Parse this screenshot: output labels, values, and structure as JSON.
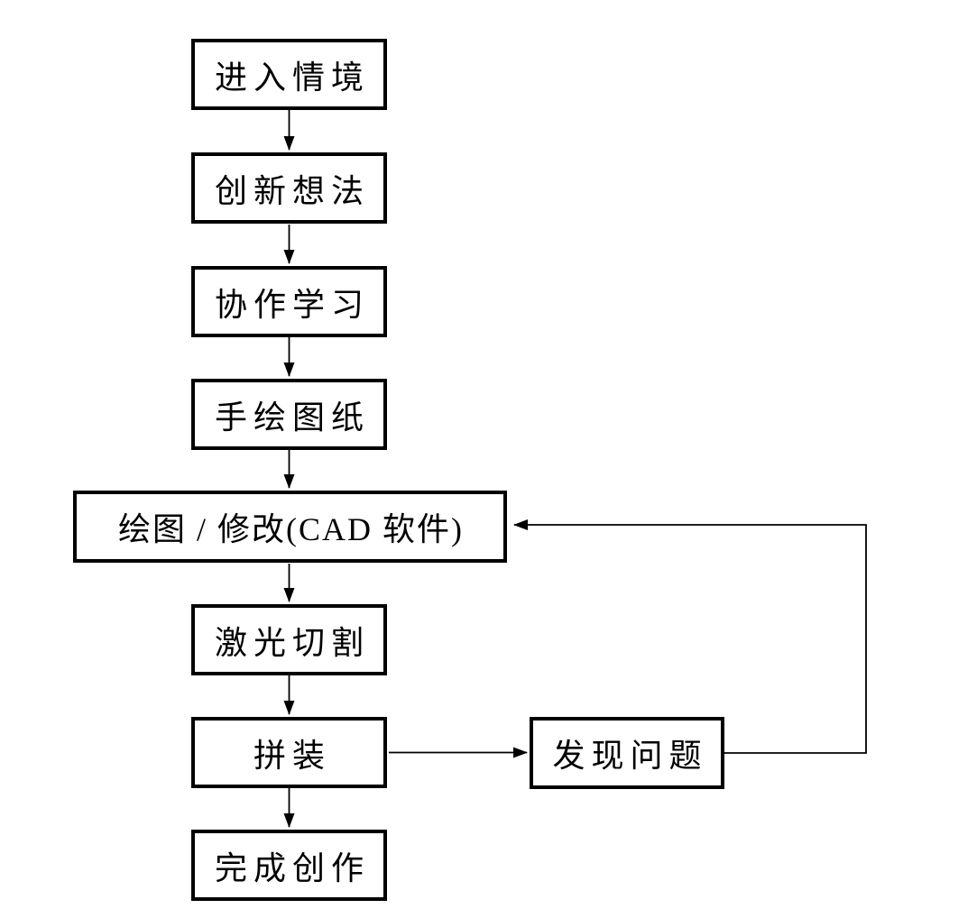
{
  "diagram": {
    "type": "flowchart",
    "background_color": "#ffffff",
    "box_border_color": "#000000",
    "line_color": "#000000",
    "text_color": "#000000",
    "nodes": [
      {
        "id": "enter-situation",
        "label": "进入情境"
      },
      {
        "id": "innovative-ideas",
        "label": "创新想法"
      },
      {
        "id": "collaborative-learning",
        "label": "协作学习"
      },
      {
        "id": "hand-drawn-drafts",
        "label": "手绘图纸"
      },
      {
        "id": "cad-draw-modify",
        "label": "绘图 / 修改(CAD 软件)"
      },
      {
        "id": "laser-cutting",
        "label": "激光切割"
      },
      {
        "id": "assembly",
        "label": "拼装"
      },
      {
        "id": "finish-creation",
        "label": "完成创作"
      },
      {
        "id": "find-problems",
        "label": "发现问题"
      }
    ],
    "edges": [
      {
        "from": "enter-situation",
        "to": "innovative-ideas",
        "style": "arrow-down"
      },
      {
        "from": "innovative-ideas",
        "to": "collaborative-learning",
        "style": "arrow-down"
      },
      {
        "from": "collaborative-learning",
        "to": "hand-drawn-drafts",
        "style": "arrow-down"
      },
      {
        "from": "hand-drawn-drafts",
        "to": "cad-draw-modify",
        "style": "arrow-down"
      },
      {
        "from": "cad-draw-modify",
        "to": "laser-cutting",
        "style": "arrow-down"
      },
      {
        "from": "laser-cutting",
        "to": "assembly",
        "style": "arrow-down"
      },
      {
        "from": "assembly",
        "to": "finish-creation",
        "style": "arrow-down"
      },
      {
        "from": "assembly",
        "to": "find-problems",
        "style": "arrow-right"
      },
      {
        "from": "find-problems",
        "to": "cad-draw-modify",
        "style": "feedback-loop-right-up-left"
      }
    ]
  }
}
